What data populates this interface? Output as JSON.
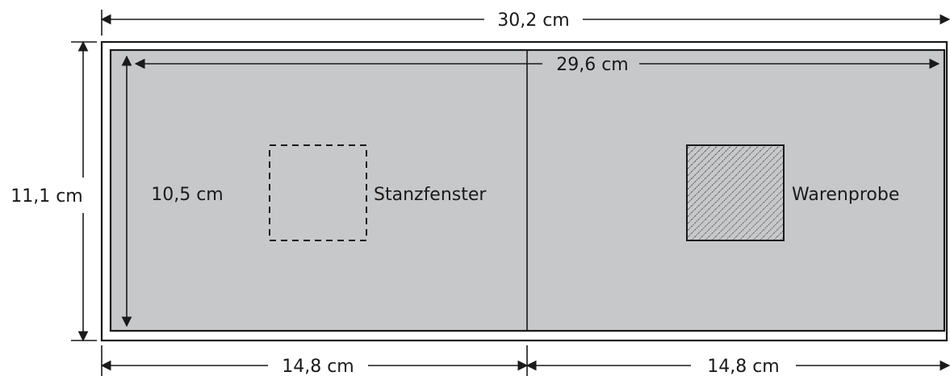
{
  "dimensions": {
    "outer_width": "30,2 cm",
    "inner_width": "29,6 cm",
    "outer_height": "11,1 cm",
    "inner_height": "10,5 cm",
    "left_half": "14,8 cm",
    "right_half": "14,8 cm"
  },
  "labels": {
    "window": "Stanzfenster",
    "sample": "Warenprobe"
  },
  "colors": {
    "sheet_fill": "#c7c8ca",
    "line": "#1a1a1a",
    "background": "#ffffff"
  }
}
